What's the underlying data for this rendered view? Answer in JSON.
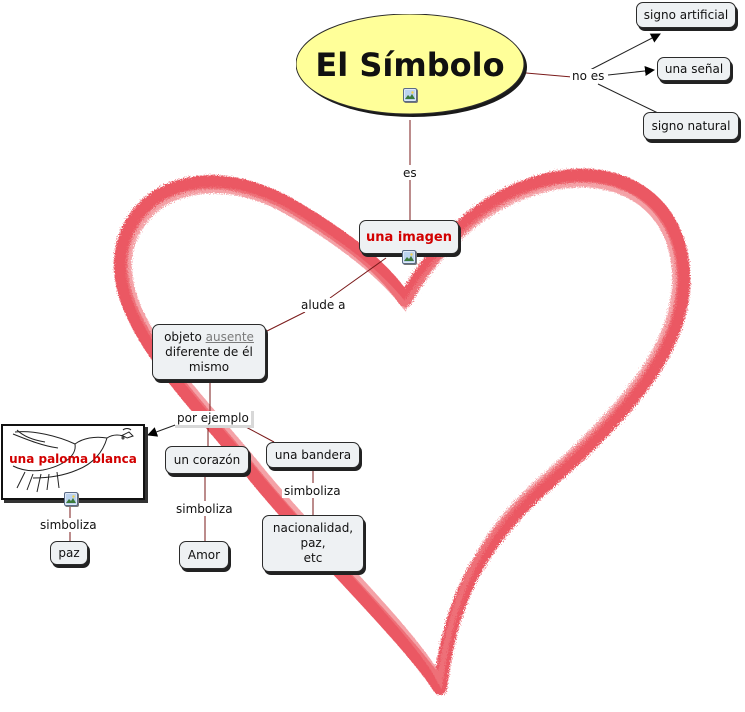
{
  "title": "El Símbolo",
  "nodes": {
    "signo_artificial": "signo artificial",
    "una_senal": "una señal",
    "signo_natural": "signo natural",
    "una_imagen": "una imagen",
    "objeto_word": "objeto",
    "ausente": "ausente",
    "diferente_line": "diferente de él",
    "mismo": "mismo",
    "paloma": "una paloma blanca",
    "corazon": "un corazón",
    "bandera": "una bandera",
    "paz": "paz",
    "amor": "Amor",
    "nacionalidad_1": "nacionalidad,",
    "nacionalidad_2": "paz,",
    "nacionalidad_3": "etc"
  },
  "link_labels": {
    "no_es": "no es",
    "es": "es",
    "alude_a": "alude a",
    "por_ejemplo": "por ejemplo",
    "simboliza_paloma": "simboliza",
    "simboliza_corazon": "simboliza",
    "simboliza_bandera": "simboliza"
  },
  "icons": {
    "resource": "image-resource-icon",
    "dove": "dove-drawing",
    "heart": "heart-background"
  },
  "colors": {
    "title_fill": "#ffff99",
    "node_fill": "#eef1f3",
    "connector": "#7a1a1a",
    "heart": "#e8424f",
    "highlight_text": "#d20000"
  }
}
